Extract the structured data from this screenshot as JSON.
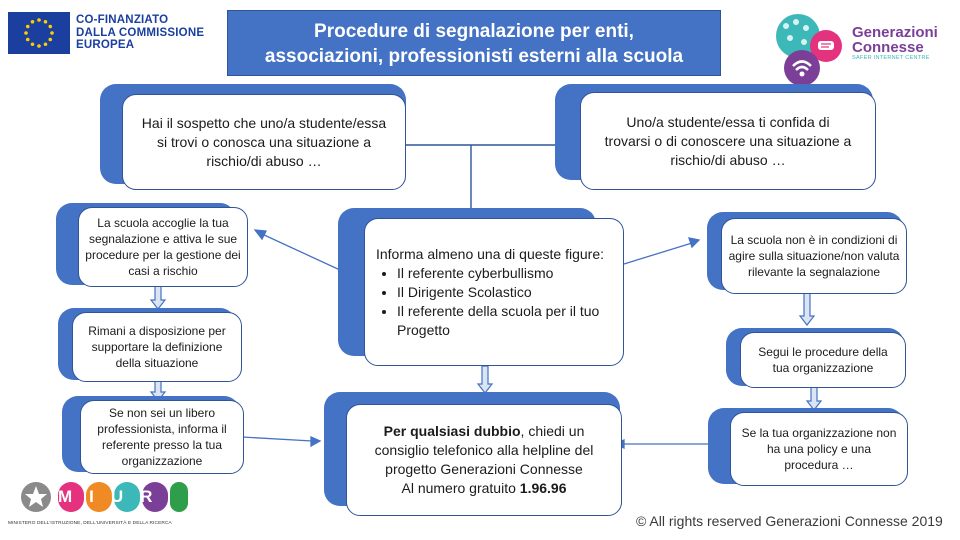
{
  "header": {
    "eu_label": "CO-FINANZIATO\nDALLA COMMISSIONE\nEUROPEA",
    "eu_line1": "CO-FINANZIATO",
    "eu_line2": "DALLA COMMISSIONE",
    "eu_line3": "EUROPEA",
    "title_line1": "Procedure di segnalazione per enti,",
    "title_line2": "associazioni, professionisti esterni alla scuola",
    "gc_name_line1": "Generazioni",
    "gc_name_line2": "Connesse",
    "gc_tagline": "SAFER INTERNET CENTRE"
  },
  "boxes": {
    "top_left": "Hai il sospetto che uno/a studente/essa si trovi o conosca una situazione a rischio/di abuso …",
    "top_right": "Uno/a studente/essa ti confida di trovarsi o di conoscere una situazione a rischio/di abuso …",
    "center_intro": "Informa almeno una di queste figure:",
    "center_items": [
      "Il referente cyberbullismo",
      "Il Dirigente Scolastico",
      "Il referente della scuola per il tuo Progetto"
    ],
    "left_1": "La scuola accoglie la tua segnalazione e attiva le sue procedure per la gestione dei casi a rischio",
    "left_2": "Rimani a disposizione per supportare la definizione della situazione",
    "left_3": "Se non sei un libero professionista, informa il referente presso la tua organizzazione",
    "right_1": "La scuola non è in condizioni di agire sulla situazione/non valuta rilevante la segnalazione",
    "right_2": "Segui le procedure della tua organizzazione",
    "right_3": "Se la tua organizzazione non ha una policy e una procedura …",
    "bottom_bold": "Per qualsiasi dubbio",
    "bottom_text": ", chiedi un consiglio telefonico alla helpline  del progetto Generazioni Connesse",
    "bottom_number_label": "Al numero gratuito ",
    "bottom_number": "1.96.96"
  },
  "footer": {
    "copyright": "© All rights reserved Generazioni Connesse  2019",
    "miur_label": "MINISTERO DELL'ISTRUZIONE, DELL'UNIVERSITÀ E DELLA RICERCA",
    "miur_logo_text": "MIUR"
  },
  "colors": {
    "box_blue": "#4472c4",
    "border_blue": "#2f5597",
    "arrow_fill": "#dbe4f3",
    "eu_blue": "#1a3f9e",
    "gc_purple": "#7b3f98",
    "gc_teal": "#3cb8b8",
    "gc_pink": "#e4327f"
  }
}
